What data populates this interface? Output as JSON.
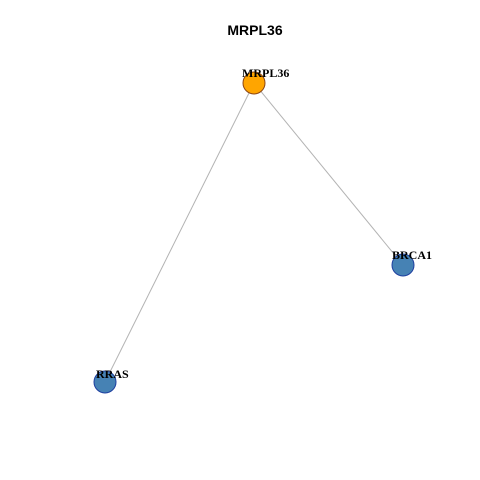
{
  "title": "MRPL36",
  "colors": {
    "hub": "#FFA500",
    "hub_stroke": "#8B4513",
    "neighbor": "#4682B4",
    "neighbor_stroke": "#1E3FA0",
    "edge": "#B3B3B3"
  },
  "nodes": [
    {
      "id": "MRPL36",
      "label": "MRPL36",
      "role": "hub"
    },
    {
      "id": "BRCA1",
      "label": "BRCA1",
      "role": "neighbor"
    },
    {
      "id": "RRAS",
      "label": "RRAS",
      "role": "neighbor"
    }
  ],
  "edges": [
    {
      "source": "MRPL36",
      "target": "BRCA1"
    },
    {
      "source": "MRPL36",
      "target": "RRAS"
    }
  ]
}
